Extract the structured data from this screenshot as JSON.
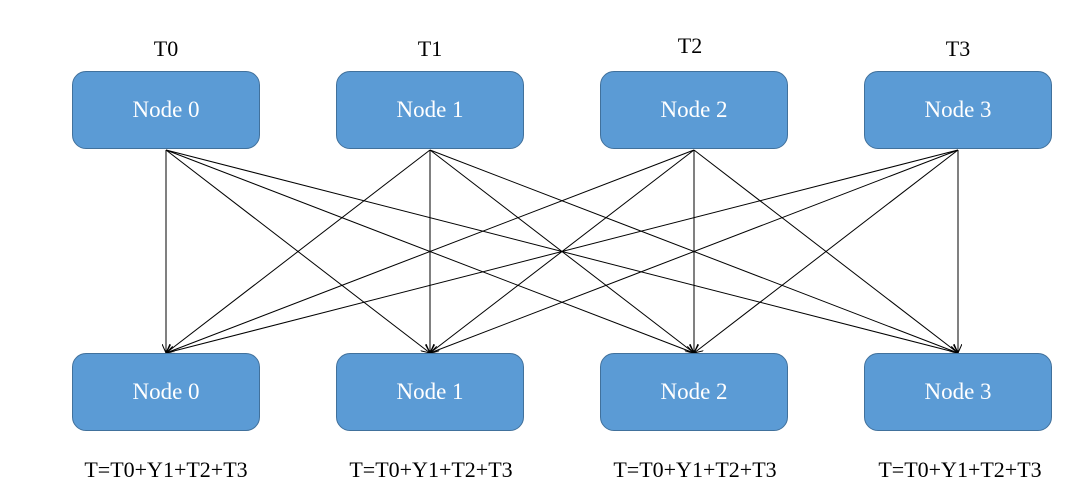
{
  "top_row": {
    "time_labels": [
      "T0",
      "T1",
      "T2",
      "T3"
    ],
    "nodes": [
      "Node 0",
      "Node 1",
      "Node 2",
      "Node 3"
    ]
  },
  "bottom_row": {
    "nodes": [
      "Node 0",
      "Node 1",
      "Node 2",
      "Node 3"
    ],
    "formulas": [
      "T=T0+Y1+T2+T3",
      "T=T0+Y1+T2+T3",
      "T=T0+Y1+T2+T3",
      "T=T0+Y1+T2+T3"
    ]
  },
  "edges": "all-to-all",
  "colors": {
    "node_fill": "#5b9bd5",
    "node_border": "#41719c",
    "node_text": "#ffffff",
    "edge": "#000000"
  }
}
